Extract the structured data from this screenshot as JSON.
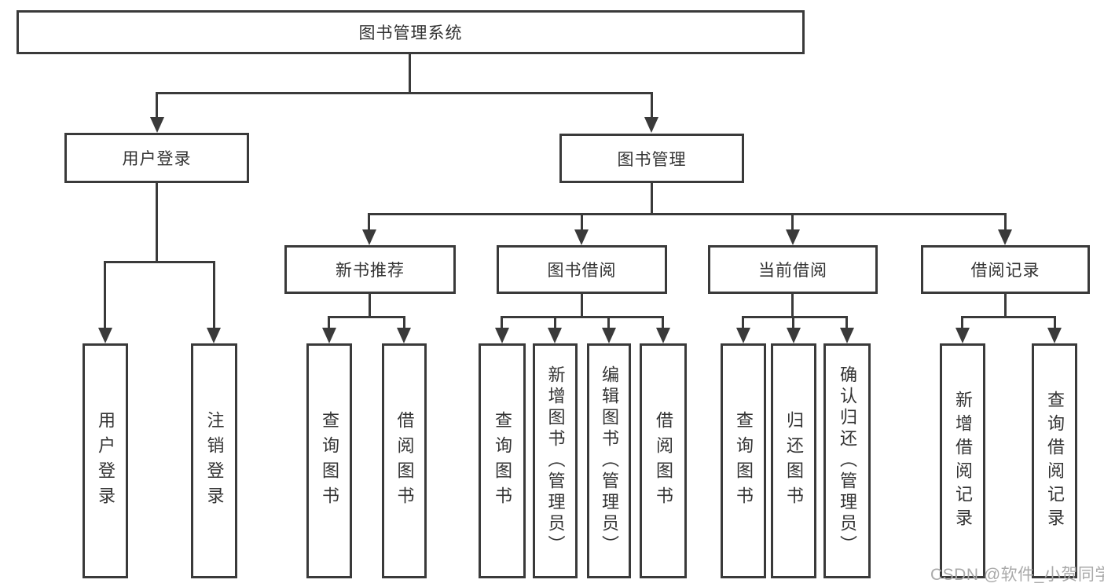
{
  "tree": {
    "label": "图书管理系统",
    "children": [
      {
        "label": "用户登录",
        "children": [
          {
            "label": "用户登录"
          },
          {
            "label": "注销登录"
          }
        ]
      },
      {
        "label": "图书管理",
        "children": [
          {
            "label": "新书推荐",
            "children": [
              {
                "label": "查询图书"
              },
              {
                "label": "借阅图书"
              }
            ]
          },
          {
            "label": "图书借阅",
            "children": [
              {
                "label": "查询图书"
              },
              {
                "label": "新增图书（管理员）"
              },
              {
                "label": "编辑图书（管理员）"
              },
              {
                "label": "借阅图书"
              }
            ]
          },
          {
            "label": "当前借阅",
            "children": [
              {
                "label": "查询图书"
              },
              {
                "label": "归还图书"
              },
              {
                "label": "确认归还（管理员）"
              }
            ]
          },
          {
            "label": "借阅记录",
            "children": [
              {
                "label": "新增借阅记录"
              },
              {
                "label": "查询借阅记录"
              }
            ]
          }
        ]
      }
    ]
  },
  "watermark": {
    "text": "CSDN @软件_小贺同学"
  },
  "colors": {
    "line": "#3a3a3a",
    "text": "#333333",
    "watermark": "#a9a9a9",
    "background": "#ffffff"
  }
}
